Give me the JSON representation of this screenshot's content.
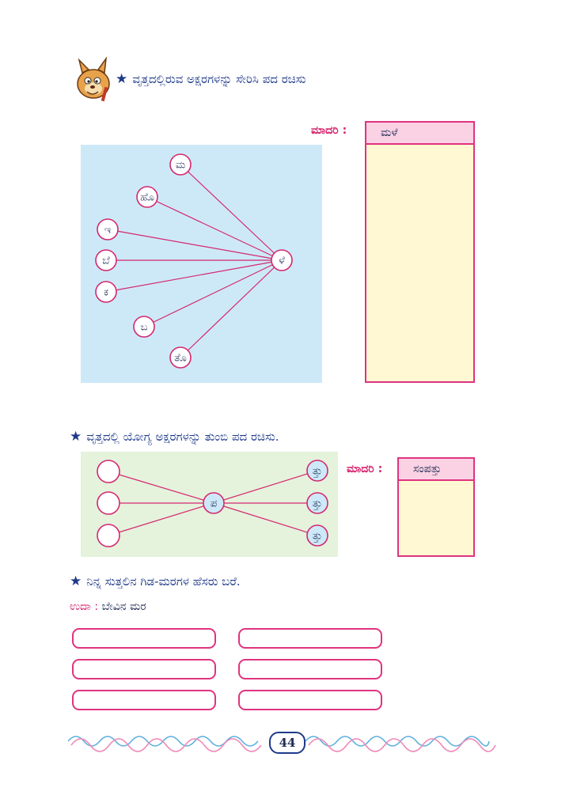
{
  "section1": {
    "heading": "ವೃತ್ತದಲ್ಲಿರುವ ಅಕ್ಷರಗಳನ್ನು ಸೇರಿಸಿ ಪದ ರಚಿಸು",
    "model_label": "ಮಾದರಿ :",
    "model_word": "ಮಳೆ",
    "left_letters": [
      "ಮ",
      "ಹೊ",
      "ಇ",
      "ಬೆ",
      "ಕ",
      "ಬ",
      "ತೊ"
    ],
    "center_letter": "ಳೆ",
    "colors": {
      "panel": "#cde9f8",
      "line": "#d4286f",
      "circle_fill": "#ffffff"
    }
  },
  "section2": {
    "heading": "ವೃತ್ತದಲ್ಲಿ ಯೋಗ್ಯ ಅಕ್ಷರಗಳನ್ನು ತುಂಬಿ ಪದ ರಚಿಸು.",
    "model_label": "ಮಾದರಿ :",
    "model_word": "ಸಂಪತ್ತು",
    "center_letter": "ಪ",
    "right_letters": [
      "ತ್ತು",
      "ತ್ತು",
      "ತ್ತು"
    ],
    "colors": {
      "panel": "#e5f2dc",
      "line": "#d4286f",
      "circle_fill": "#cde9f8"
    }
  },
  "section3": {
    "heading": "ನಿನ್ನ ಸುತ್ತಲಿನ ಗಿಡ-ಮರಗಳ ಹೆಸರು ಬರೆ.",
    "example_label": "ಉದಾ :",
    "example_value": "ಬೇವಿನ ಮರ"
  },
  "page_number": "44"
}
